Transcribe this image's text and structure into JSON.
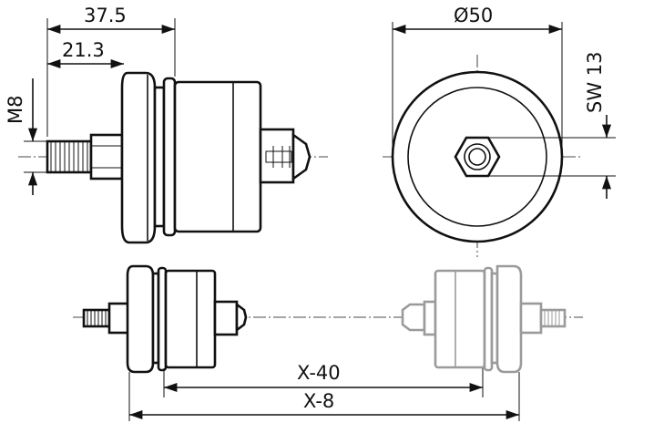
{
  "dimensions": {
    "overall_length": "37.5",
    "thread_length": "21.3",
    "thread_size": "M8",
    "diameter": "Ø50",
    "wrench_size": "SW 13",
    "span_inner": "X-40",
    "span_outer": "X-8"
  }
}
